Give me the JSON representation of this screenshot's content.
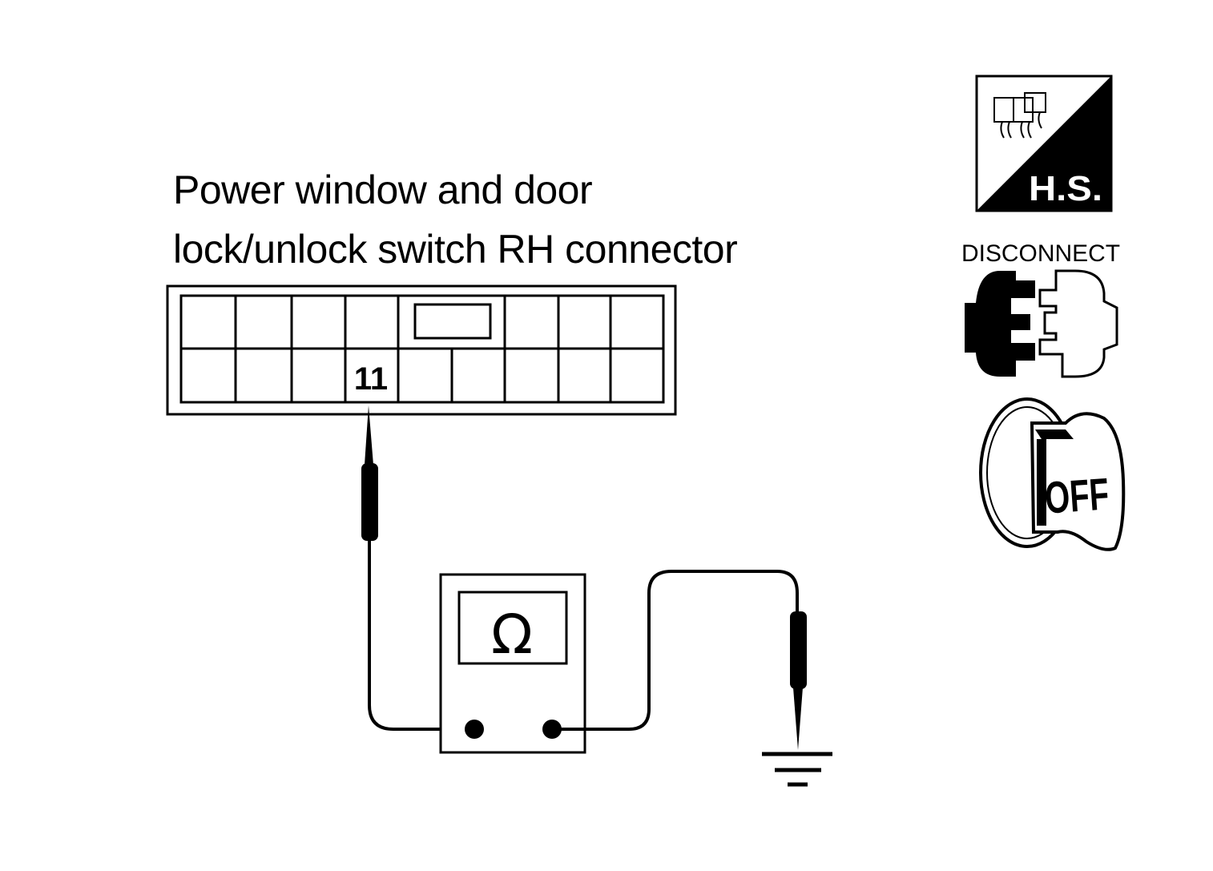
{
  "title": {
    "line1": "Power window and door",
    "line2": "lock/unlock switch RH connector"
  },
  "connector": {
    "terminal_label": "11"
  },
  "meter": {
    "symbol": "Ω"
  },
  "icons": {
    "harness_side": {
      "name": "harness-side-icon",
      "label": "H.S."
    },
    "disconnect": {
      "name": "disconnect-icon",
      "label": "DISCONNECT"
    },
    "ignition_off": {
      "name": "ignition-off-icon",
      "label": "OFF"
    }
  },
  "colors": {
    "ink": "#000000",
    "paper": "#ffffff"
  }
}
